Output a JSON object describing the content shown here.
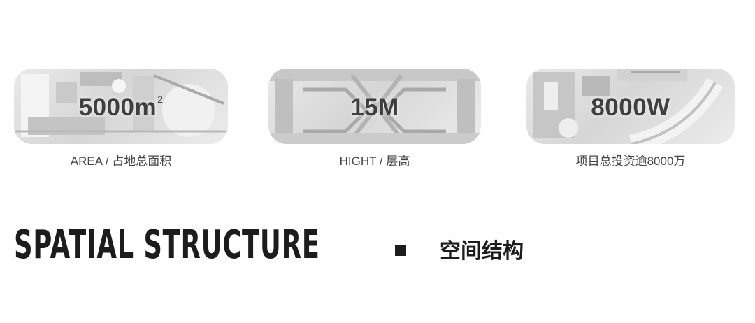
{
  "stats": [
    {
      "value": "5000m",
      "superscript": "2",
      "caption": "AREA / 占地总面积"
    },
    {
      "value": "15M",
      "caption": "HIGHT / 层高"
    },
    {
      "value": "8000W",
      "caption": "项目总投资逾8000万"
    }
  ],
  "heading": {
    "english": "SPATIAL STRUCTURE",
    "chinese": "空间结构"
  },
  "colors": {
    "card_background": "#dcdcdc",
    "text": "#333333",
    "heading": "#1c1c1c"
  }
}
